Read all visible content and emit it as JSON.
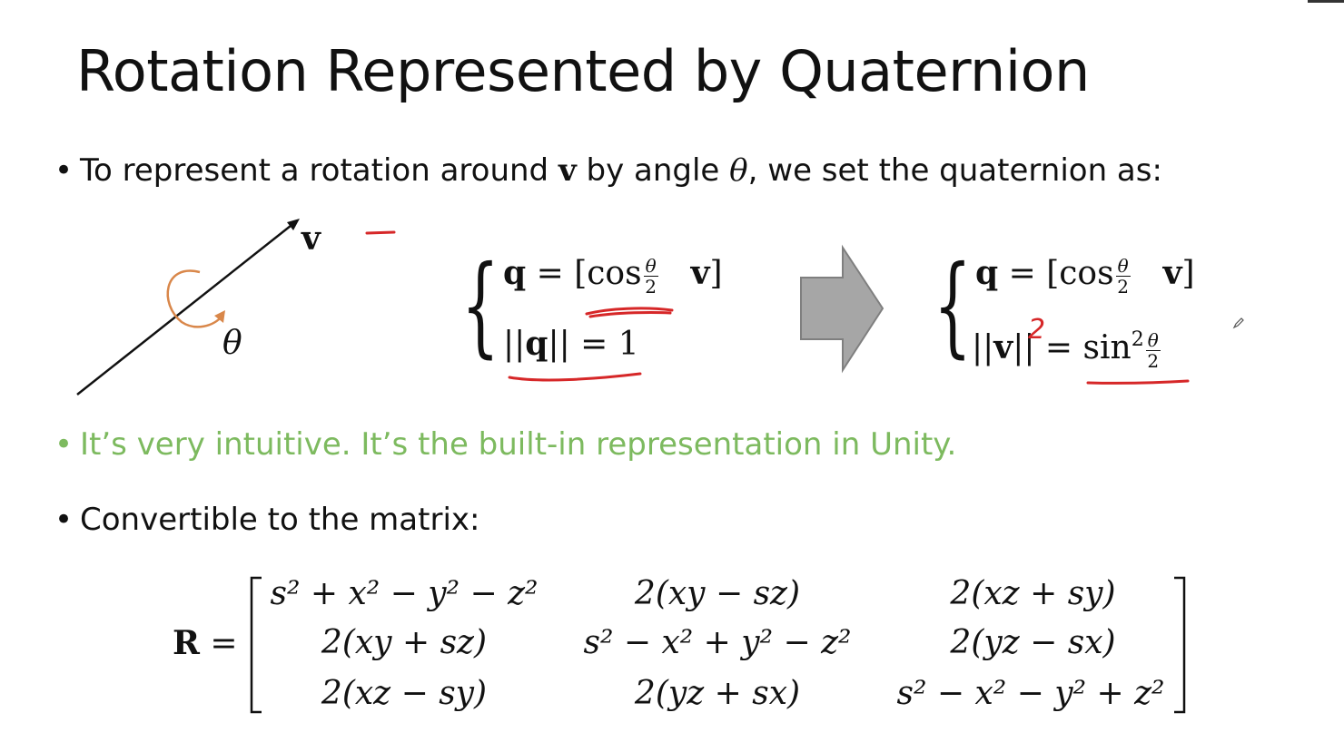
{
  "slide": {
    "title": "Rotation Represented by Quaternion",
    "bullet1": {
      "part1": "To represent a rotation around ",
      "v": "v",
      "part2": " by angle ",
      "theta": "θ",
      "part3": ", we set the quaternion as:"
    },
    "bullet2": "It’s very intuitive. It’s the built-in representation in Unity.",
    "bullet3": "Convertible to the matrix:",
    "bullet_glyph": "•"
  },
  "diagram": {
    "axis_label": "v",
    "angle_label": "θ",
    "arc_color": "#d9874a"
  },
  "system1": {
    "q": "q",
    "eq": " = [cos",
    "frac_num": "θ",
    "frac_den": "2",
    "v": "v",
    "close": "]",
    "norm_open": "||",
    "norm_q": "q",
    "norm_close": "|| = 1"
  },
  "system2": {
    "q": "q",
    "eq": " = [cos",
    "frac_num": "θ",
    "frac_den": "2",
    "v": "v",
    "close": "]",
    "norm_open": "||",
    "norm_v": "v",
    "norm_close": "||",
    "eq2": " = sin",
    "sup": "2",
    "frac2_num": "θ",
    "frac2_den": "2"
  },
  "annotation": {
    "handwritten_two": "2",
    "ink_color": "#d62728"
  },
  "matrix": {
    "label": "R",
    "eq": " =",
    "rows": [
      [
        "s² + x² − y² − z²",
        "2(xy − sz)",
        "2(xz + sy)"
      ],
      [
        "2(xy + sz)",
        "s² − x² + y² − z²",
        "2(yz − sx)"
      ],
      [
        "2(xz − sy)",
        "2(yz + sx)",
        "s² − x² − y² + z²"
      ]
    ]
  },
  "colors": {
    "green_bullet": "#7dba5f",
    "arrow_fill": "#a6a6a6",
    "arrow_stroke": "#7f7f7f"
  }
}
